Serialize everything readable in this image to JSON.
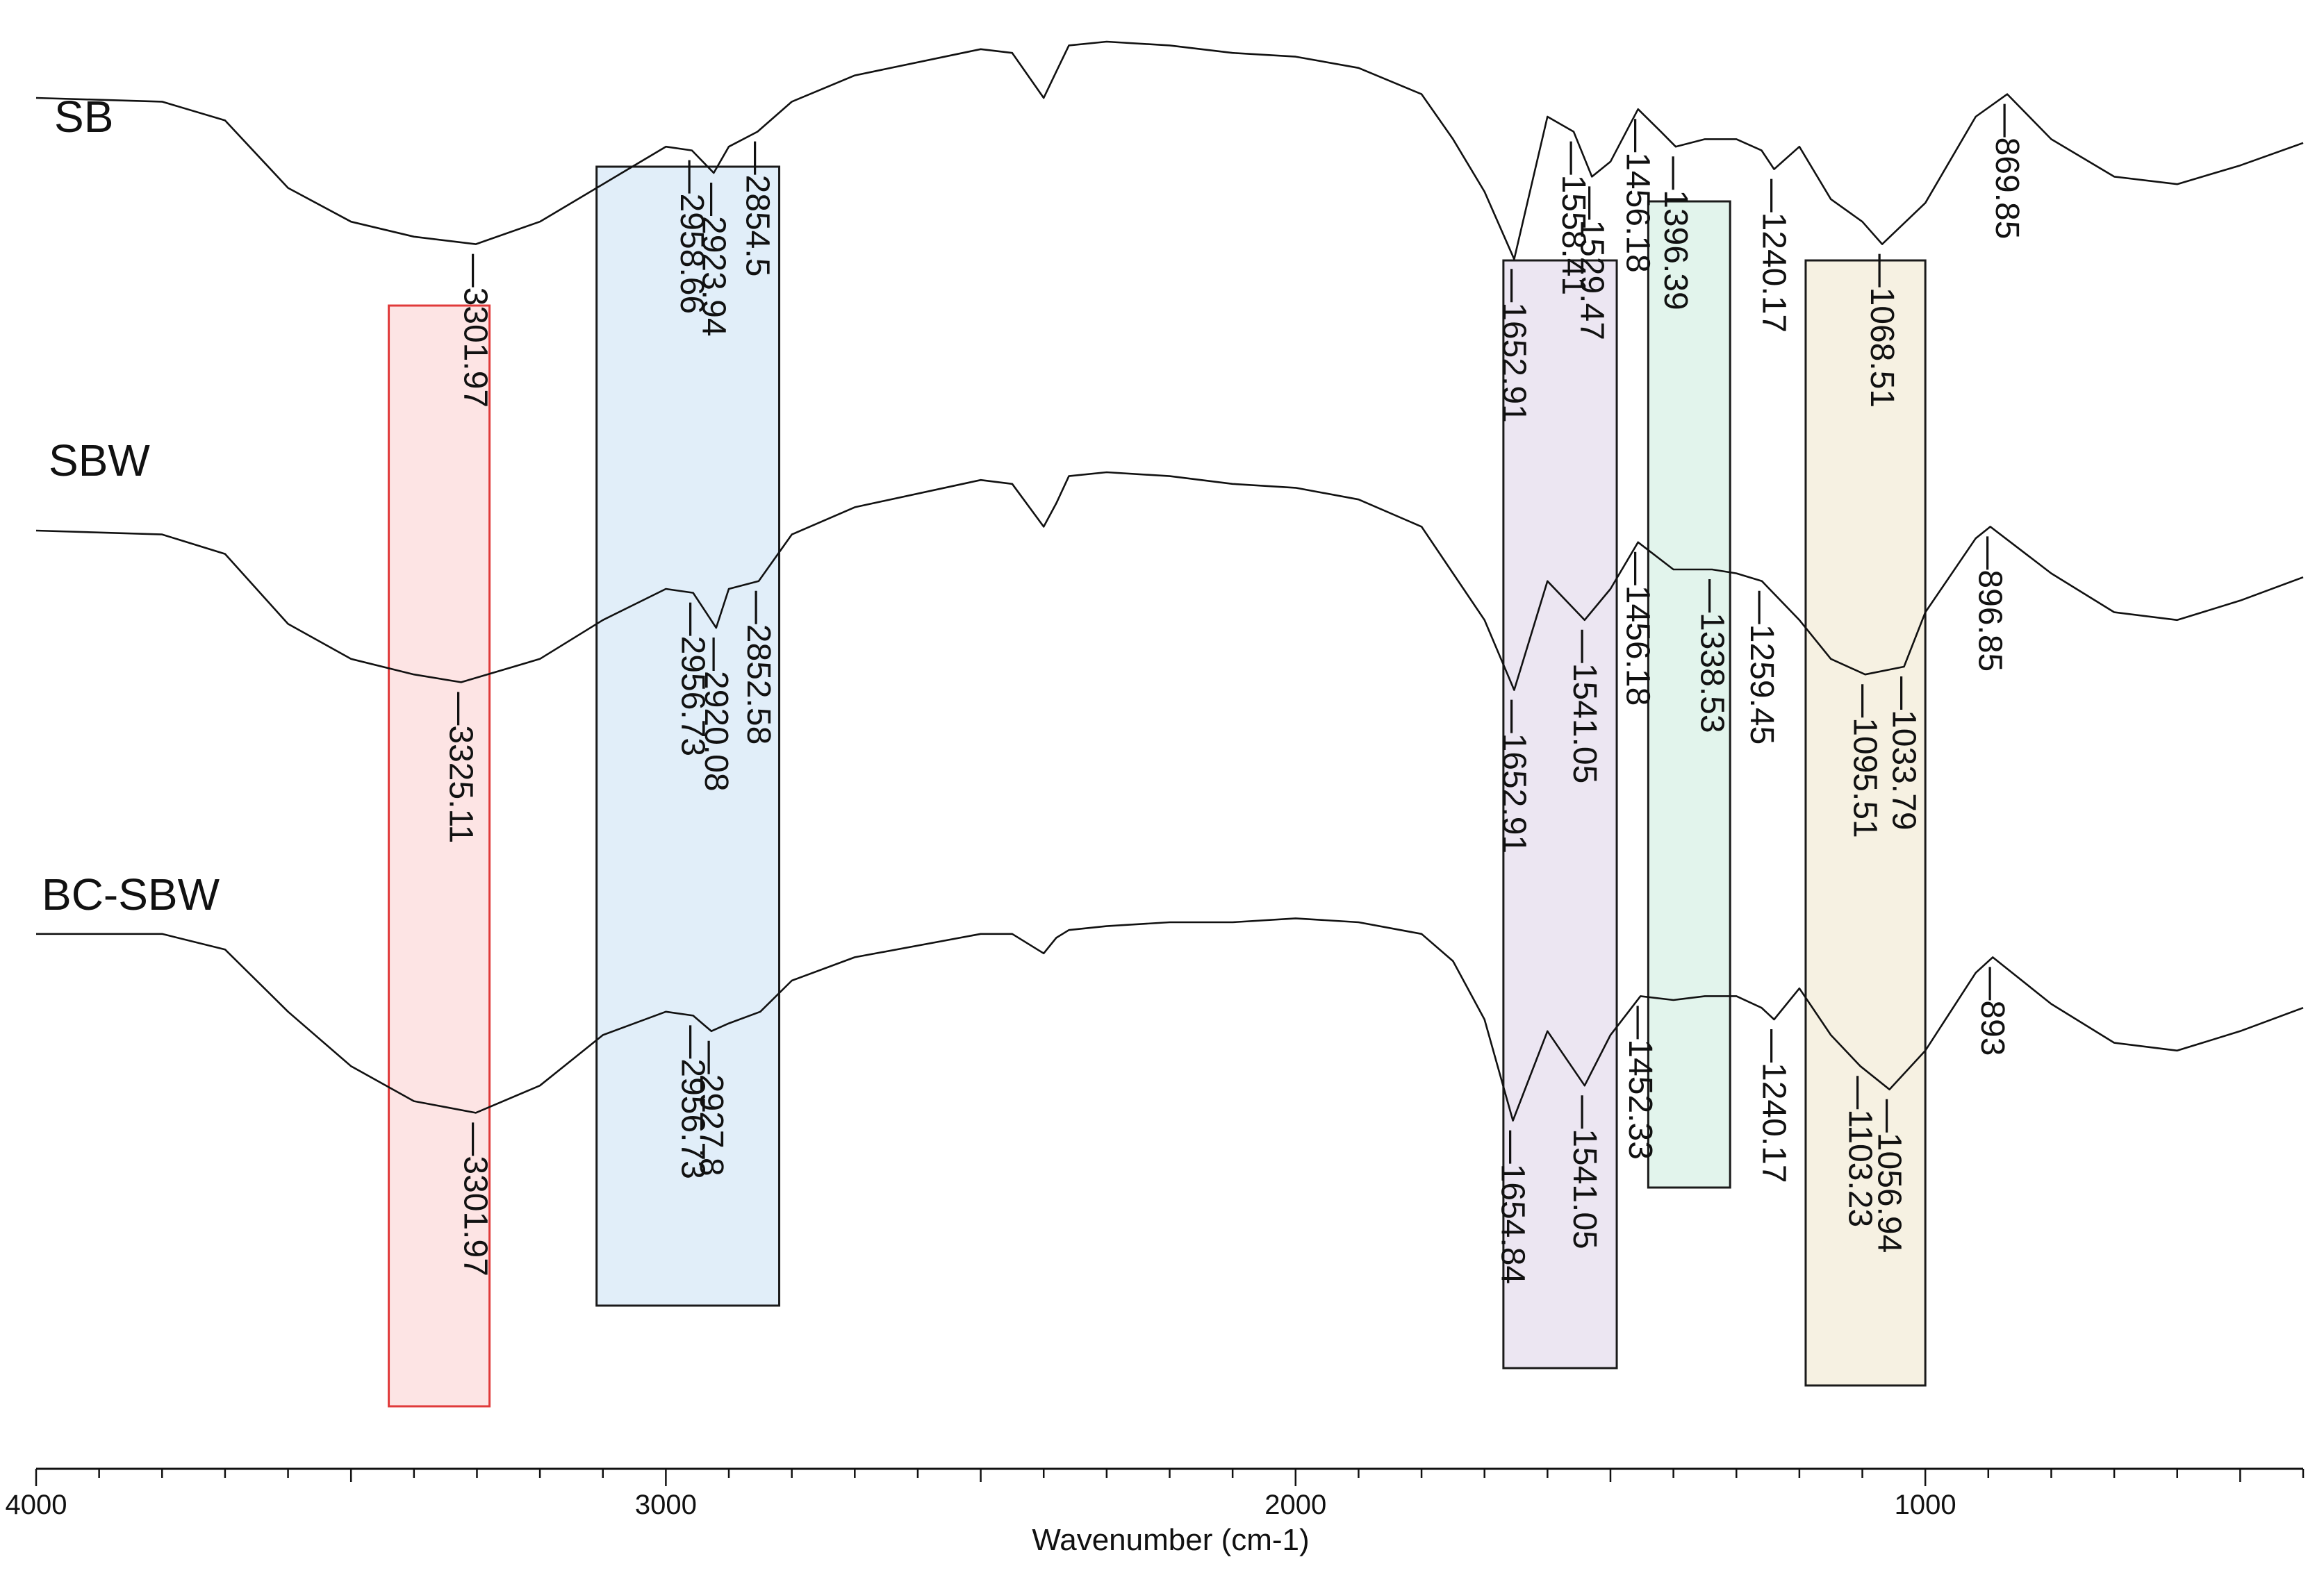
{
  "chart_data": {
    "type": "line",
    "title": "",
    "xlabel": "Wavenumber (cm-1)",
    "ylabel": "",
    "xlim": [
      4000,
      400
    ],
    "x_reversed": true,
    "x_ticks": [
      4000,
      3000,
      2000,
      1000
    ],
    "y_axis": "none (curves vertically offset)",
    "grid": false,
    "series": [
      {
        "name": "SB",
        "x": [
          4000,
          3800,
          3700,
          3600,
          3500,
          3400,
          3301.97,
          3200,
          3100,
          3000,
          2958.66,
          2923.94,
          2900,
          2854.5,
          2800,
          2700,
          2500,
          2450,
          2400,
          2380,
          2360,
          2300,
          2200,
          2100,
          2000,
          1900,
          1800,
          1750,
          1700,
          1652.91,
          1600,
          1558.41,
          1529.47,
          1500,
          1456.18,
          1420,
          1396.39,
          1350,
          1300,
          1260,
          1240.17,
          1200,
          1150,
          1100,
          1068.51,
          1000,
          920,
          869.85,
          800,
          700,
          600,
          500,
          400
        ],
        "y": [
          85,
          84,
          79,
          61,
          52,
          48,
          46,
          52,
          62,
          72,
          71,
          65,
          72,
          76,
          84,
          91,
          98,
          97,
          85,
          92,
          99,
          100,
          99,
          97,
          96,
          93,
          86,
          74,
          60,
          42,
          80,
          76,
          64,
          68,
          82,
          76,
          72,
          74,
          74,
          71,
          66,
          72,
          58,
          52,
          46,
          57,
          80,
          86,
          74,
          64,
          62,
          67,
          73
        ]
      },
      {
        "name": "SBW",
        "x": [
          4000,
          3800,
          3700,
          3600,
          3500,
          3400,
          3325.11,
          3200,
          3100,
          3000,
          2956.73,
          2920.08,
          2900,
          2852.58,
          2800,
          2700,
          2500,
          2450,
          2400,
          2380,
          2360,
          2300,
          2200,
          2100,
          2000,
          1900,
          1800,
          1750,
          1700,
          1652.91,
          1600,
          1541.05,
          1500,
          1456.18,
          1400,
          1338.53,
          1300,
          1259.45,
          1200,
          1150,
          1095.51,
          1033.79,
          1000,
          920,
          896.85,
          800,
          700,
          600,
          500,
          400
        ],
        "y": [
          85,
          84,
          79,
          61,
          52,
          48,
          46,
          52,
          62,
          70,
          69,
          60,
          70,
          72,
          84,
          91,
          98,
          97,
          86,
          92,
          99,
          100,
          99,
          97,
          96,
          93,
          86,
          74,
          62,
          44,
          72,
          62,
          70,
          82,
          75,
          75,
          74,
          72,
          62,
          52,
          48,
          50,
          64,
          83,
          86,
          74,
          64,
          62,
          67,
          73
        ]
      },
      {
        "name": "BC-SBW",
        "x": [
          4000,
          3800,
          3700,
          3600,
          3500,
          3400,
          3301.97,
          3200,
          3100,
          3000,
          2956.73,
          2927.8,
          2900,
          2850,
          2800,
          2700,
          2500,
          2450,
          2400,
          2380,
          2360,
          2300,
          2200,
          2100,
          2000,
          1900,
          1800,
          1750,
          1700,
          1654.84,
          1600,
          1541.05,
          1500,
          1452.33,
          1400,
          1350,
          1300,
          1260,
          1240.17,
          1200,
          1150,
          1103.23,
          1056.94,
          1000,
          920,
          893,
          800,
          700,
          600,
          500,
          400
        ],
        "y": [
          92,
          92,
          88,
          72,
          58,
          49,
          46,
          53,
          66,
          72,
          71,
          67,
          69,
          72,
          80,
          86,
          92,
          92,
          87,
          91,
          93,
          94,
          95,
          95,
          96,
          95,
          92,
          85,
          70,
          44,
          67,
          53,
          66,
          76,
          75,
          76,
          76,
          73,
          70,
          78,
          66,
          58,
          52,
          62,
          82,
          86,
          74,
          64,
          62,
          67,
          73
        ]
      }
    ],
    "series_labels": [
      "SB",
      "SBW",
      "BC-SBW"
    ],
    "peak_labels": {
      "SB": [
        "3301.97",
        "2958.66",
        "2923.94",
        "2854.5",
        "1652.91",
        "1558.41",
        "1529.47",
        "1456.18",
        "1396.39",
        "1240.17",
        "1068.51",
        "869.85"
      ],
      "SBW": [
        "3325.11",
        "2956.73",
        "2920.08",
        "2852.58",
        "1652.91",
        "1541.05",
        "1456.18",
        "1338.53",
        "1259.45",
        "1095.51",
        "1033.79",
        "896.85"
      ],
      "BC-SBW": [
        "3301.97",
        "2956.73",
        "2927.8",
        "1654.84",
        "1541.05",
        "1452.33",
        "1240.17",
        "1103.23",
        "1056.94",
        "893"
      ]
    },
    "highlight_regions": [
      {
        "from": 3440,
        "to": 3280,
        "color": "#fde4e4",
        "border": "#e03a3a"
      },
      {
        "from": 3110,
        "to": 2820,
        "color": "#e1eef9",
        "border": "#1a1a1a"
      },
      {
        "from": 1670,
        "to": 1490,
        "color": "#ece6f2",
        "border": "#1a1a1a"
      },
      {
        "from": 1440,
        "to": 1310,
        "color": "#e2f4ec",
        "border": "#1a1a1a"
      },
      {
        "from": 1190,
        "to": 1000,
        "color": "#f6f1e2",
        "border": "#1a1a1a"
      }
    ]
  }
}
